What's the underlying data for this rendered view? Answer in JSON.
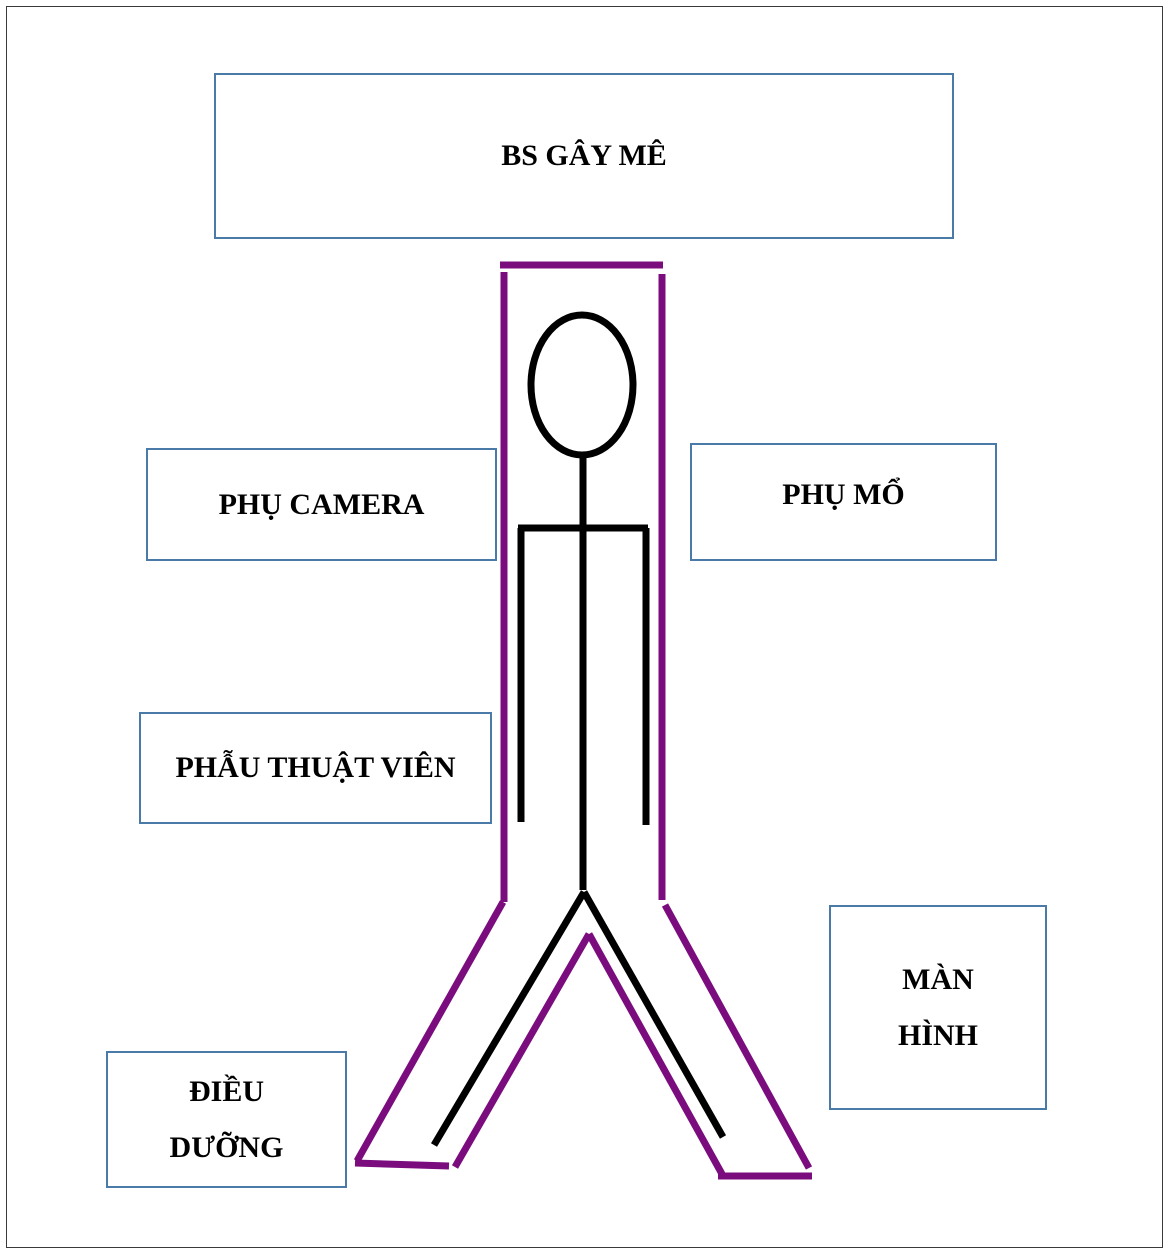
{
  "labels": {
    "anesthesiologist": "BS GÂY MÊ",
    "camera_assistant": "PHỤ CAMERA",
    "surgical_assistant": "PHỤ MỔ",
    "surgeon": "PHẪU THUẬT VIÊN",
    "monitor_line1": "MÀN",
    "monitor_line2": "HÌNH",
    "nurse_line1": "ĐIỀU",
    "nurse_line2": "DƯỠNG"
  },
  "colors": {
    "table_outline": "#7b0c7e",
    "patient_figure": "#000000",
    "box_border": "#4a7aa8"
  }
}
